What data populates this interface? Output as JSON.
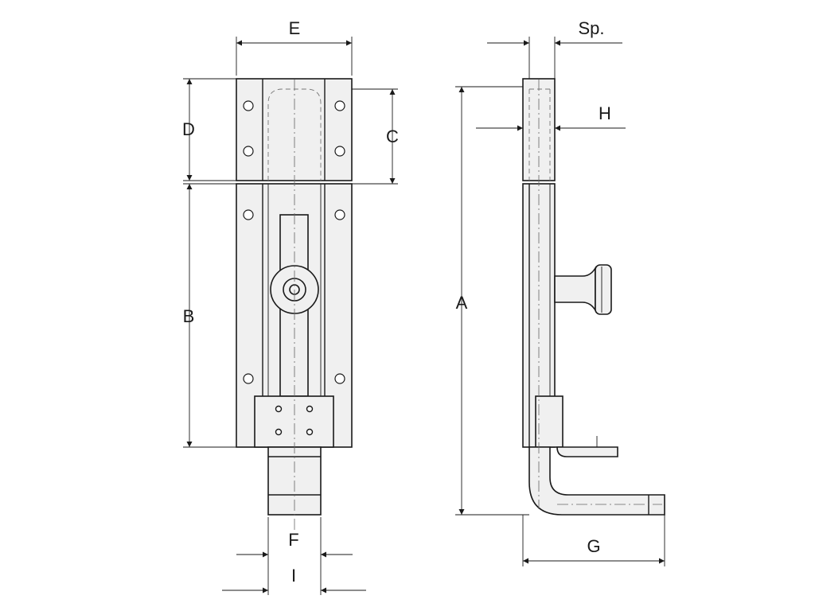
{
  "labels": {
    "A": "A",
    "B": "B",
    "C": "C",
    "D": "D",
    "E": "E",
    "F": "F",
    "G": "G",
    "H": "H",
    "I": "I",
    "Sp": "Sp."
  },
  "colors": {
    "line": "#1a1a1a",
    "fill": "#f0f0f0",
    "background": "#ffffff"
  }
}
